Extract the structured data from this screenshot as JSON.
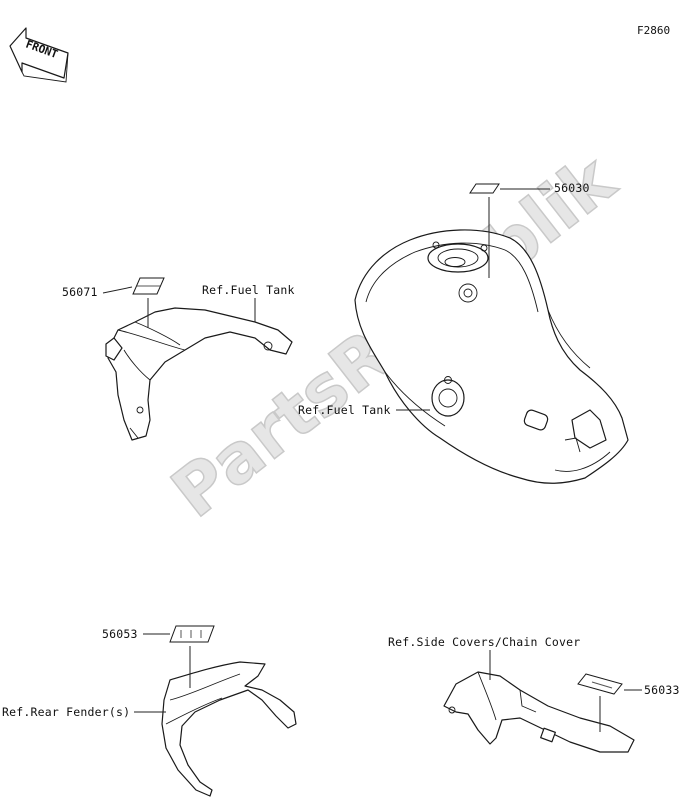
{
  "figure_code": "F2860",
  "front_arrow_text": "FRONT",
  "watermark": "PartsRepublik",
  "parts": {
    "p56030": "56030",
    "p56071": "56071",
    "p56053": "56053",
    "p56033": "56033"
  },
  "refs": {
    "fuel_tank_left": "Ref.Fuel Tank",
    "fuel_tank_right": "Ref.Fuel Tank",
    "rear_fender": "Ref.Rear Fender(s)",
    "side_covers": "Ref.Side Covers/Chain Cover"
  }
}
